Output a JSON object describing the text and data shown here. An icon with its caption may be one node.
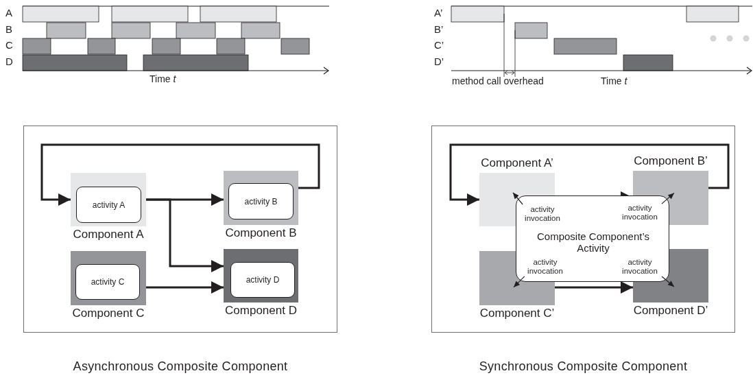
{
  "diagram": {
    "nodes": [
      {
        "text": [
          "Asynchronous Composite Component"
        ]
      },
      {
        "text": [
          "Component A"
        ],
        "in": 0
      },
      {
        "text": [
          "activity A"
        ],
        "in": 1
      },
      {
        "text": [
          "Component B"
        ],
        "in": 0
      },
      {
        "text": [
          "activity B"
        ],
        "in": 3
      },
      {
        "text": [
          "Component C"
        ],
        "in": 0
      },
      {
        "text": [
          "activity C"
        ],
        "in": 5
      },
      {
        "text": [
          "Component D"
        ],
        "in": 0
      },
      {
        "text": [
          "activity D"
        ],
        "in": 7
      },
      {
        "text": [
          "Synchronous Composite Component"
        ]
      },
      {
        "text": [
          "Component A’"
        ],
        "in": 9
      },
      {
        "text": [
          "Component B’"
        ],
        "in": 9
      },
      {
        "text": [
          "Component C’"
        ],
        "in": 9
      },
      {
        "text": [
          "Component D’"
        ],
        "in": 9
      },
      {
        "text": [
          "Composite Component’s Activity"
        ],
        "in": 9
      },
      {
        "text": [
          "activity invocation"
        ],
        "in": 14
      },
      {
        "text": [
          "activity invocation"
        ],
        "in": 14
      },
      {
        "text": [
          "activity invocation"
        ],
        "in": 14
      },
      {
        "text": [
          "activity invocation"
        ],
        "in": 14
      }
    ],
    "edges": [
      {
        "from": 1,
        "to": 3,
        "arrow": "to"
      },
      {
        "from": 1,
        "to": 7,
        "arrow": "to"
      },
      {
        "from": 5,
        "to": 7,
        "arrow": "to"
      },
      {
        "from": 3,
        "to": 1,
        "arrow": "to"
      },
      {
        "from": 11,
        "to": 10,
        "arrow": "to"
      },
      {
        "from": 10,
        "to": 11,
        "arrow": "to"
      },
      {
        "from": 12,
        "to": 13,
        "arrow": "to"
      },
      {
        "from": 15,
        "to": 10,
        "arrow": "to"
      },
      {
        "from": 16,
        "to": 11,
        "arrow": "to"
      },
      {
        "from": 17,
        "to": 12,
        "arrow": "to"
      },
      {
        "from": 18,
        "to": 13,
        "arrow": "to"
      }
    ],
    "labels": [
      "A",
      "B",
      "C",
      "D",
      "Time *t*",
      "A’",
      "B’",
      "C’",
      "D’",
      "method call overhead",
      "Time *t*"
    ]
  }
}
